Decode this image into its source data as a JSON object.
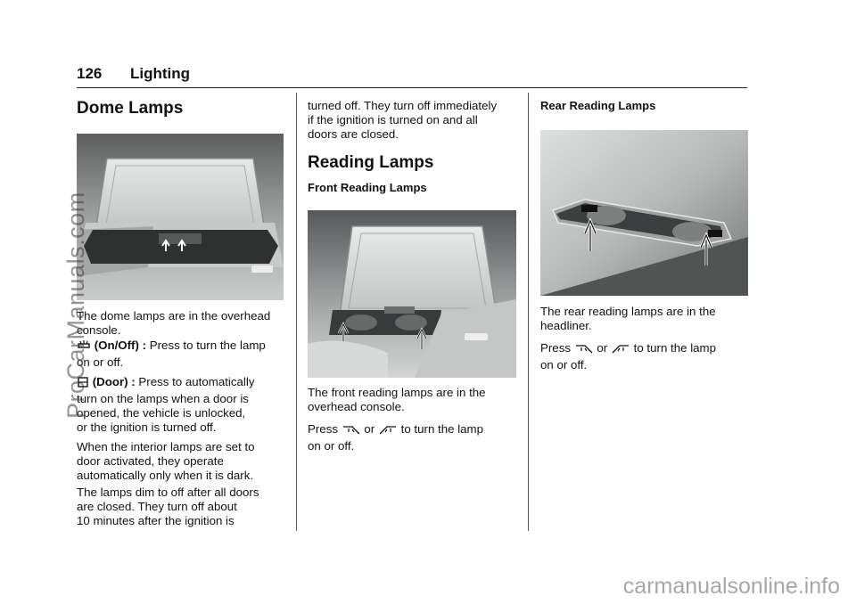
{
  "header": {
    "page_number": "126",
    "chapter": "Lighting"
  },
  "col1": {
    "heading": "Dome Lamps",
    "para1": "The dome lamps are in the overhead console.",
    "onoff_term": "(On/Off) :",
    "onoff_desc_a": "Press to turn the lamp",
    "onoff_desc_b": "on or off.",
    "door_term": "(Door) :",
    "door_desc_a": "Press to automatically",
    "door_desc_b": "turn on the lamps when a door is",
    "door_desc_c": "opened, the vehicle is unlocked,",
    "door_desc_d": "or the ignition is turned off.",
    "para3_a": "When the interior lamps are set to",
    "para3_b": "door activated, they operate",
    "para3_c": "automatically only when it is dark.",
    "para4_a": "The lamps dim to off after all doors",
    "para4_b": "are closed. They turn off about",
    "para4_c": "10 minutes after the ignition is"
  },
  "col2": {
    "cont_a": "turned off. They turn off immediately",
    "cont_b": "if the ignition is turned on and all",
    "cont_c": "doors are closed.",
    "heading": "Reading Lamps",
    "subheading": "Front Reading Lamps",
    "caption_a": "The front reading lamps are in the",
    "caption_b": "overhead console.",
    "press": "Press",
    "or": "or",
    "tail_a": "to turn the lamp",
    "tail_b": "on or off."
  },
  "col3": {
    "subheading": "Rear Reading Lamps",
    "caption_a": "The rear reading lamps are in the",
    "caption_b": "headliner.",
    "press": "Press",
    "or": "or",
    "tail_a": "to turn the lamp",
    "tail_b": "on or off."
  },
  "watermarks": {
    "side": "ProCarManuals.com",
    "bottom": "carmanualsonline.info"
  }
}
